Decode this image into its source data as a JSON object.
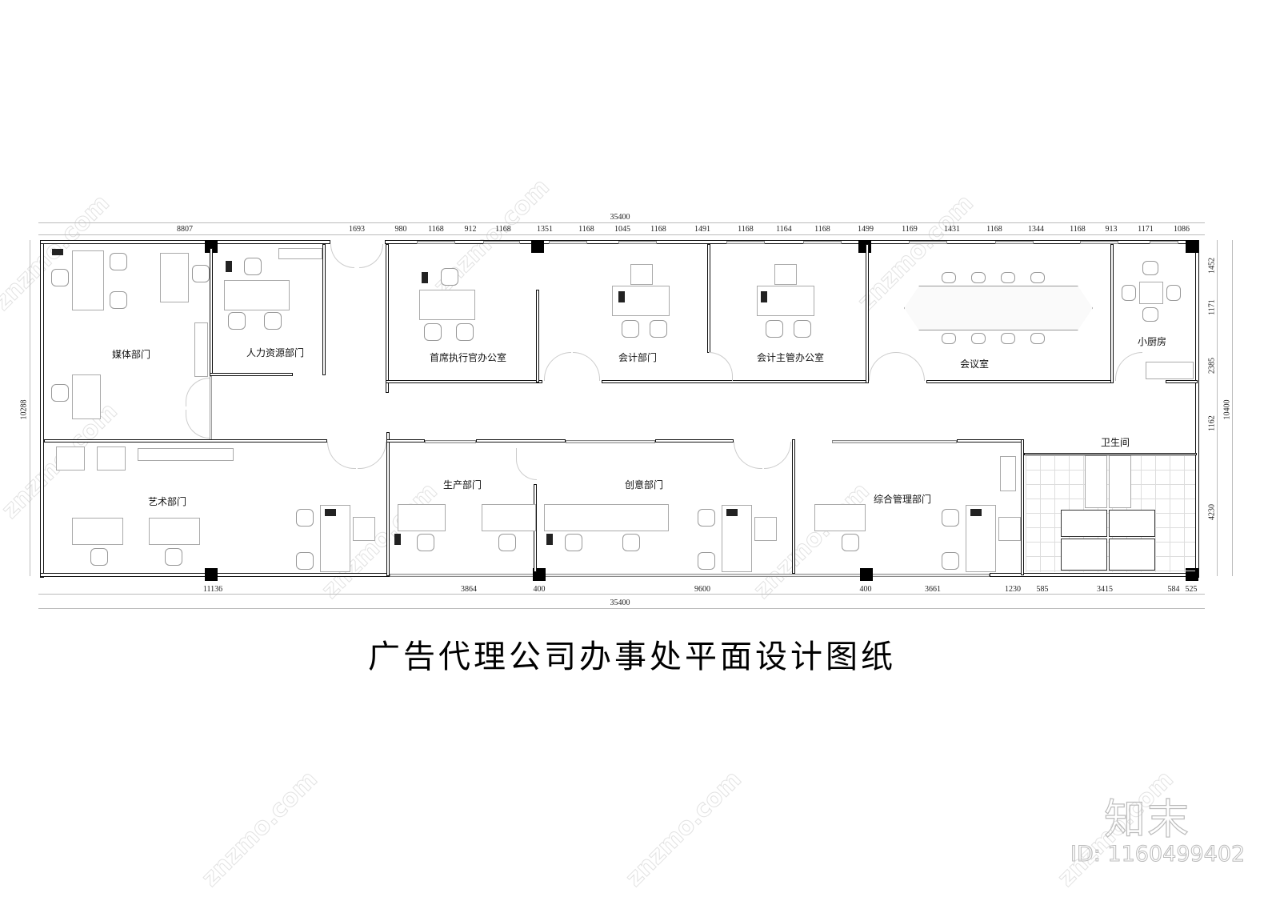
{
  "title": "广告代理公司办事处平面设计图纸",
  "dimensions": {
    "overall_width_top": "35400",
    "overall_width_bottom": "35400",
    "top_segments": [
      "8807",
      "1693",
      "980",
      "1168",
      "912",
      "1168",
      "1351",
      "1168",
      "1045",
      "1168",
      "1491",
      "1168",
      "1164",
      "1168",
      "1499",
      "1169",
      "1431",
      "1168",
      "1344",
      "1168",
      "913",
      "1171",
      "1086"
    ],
    "bottom_segments": [
      "11136",
      "3864",
      "400",
      "9600",
      "400",
      "3661",
      "1230",
      "585",
      "3415",
      "584",
      "525"
    ],
    "left_overall": "10288",
    "right_overall": "10400",
    "right_segments": [
      "1452",
      "1171",
      "2385",
      "1162",
      "4230"
    ]
  },
  "rooms": [
    {
      "id": "media",
      "label": "媒体部门"
    },
    {
      "id": "hr",
      "label": "人力资源部门"
    },
    {
      "id": "ceo",
      "label": "首席执行官办公室"
    },
    {
      "id": "accounting",
      "label": "会计部门"
    },
    {
      "id": "accounting_manager",
      "label": "会计主管办公室"
    },
    {
      "id": "meeting",
      "label": "会议室"
    },
    {
      "id": "kitchen",
      "label": "小厨房"
    },
    {
      "id": "art",
      "label": "艺术部门"
    },
    {
      "id": "production",
      "label": "生产部门"
    },
    {
      "id": "creative",
      "label": "创意部门"
    },
    {
      "id": "general_management",
      "label": "综合管理部门"
    },
    {
      "id": "restroom",
      "label": "卫生间"
    }
  ],
  "watermark": {
    "site": "znzmo.com",
    "brand": "知末",
    "id_text": "ID: 1160499402"
  },
  "colors": {
    "wall": "#111111",
    "furniture": "#aaaaaa",
    "dimension_line": "#bbbbbb",
    "column": "#000000",
    "background": "#ffffff"
  }
}
